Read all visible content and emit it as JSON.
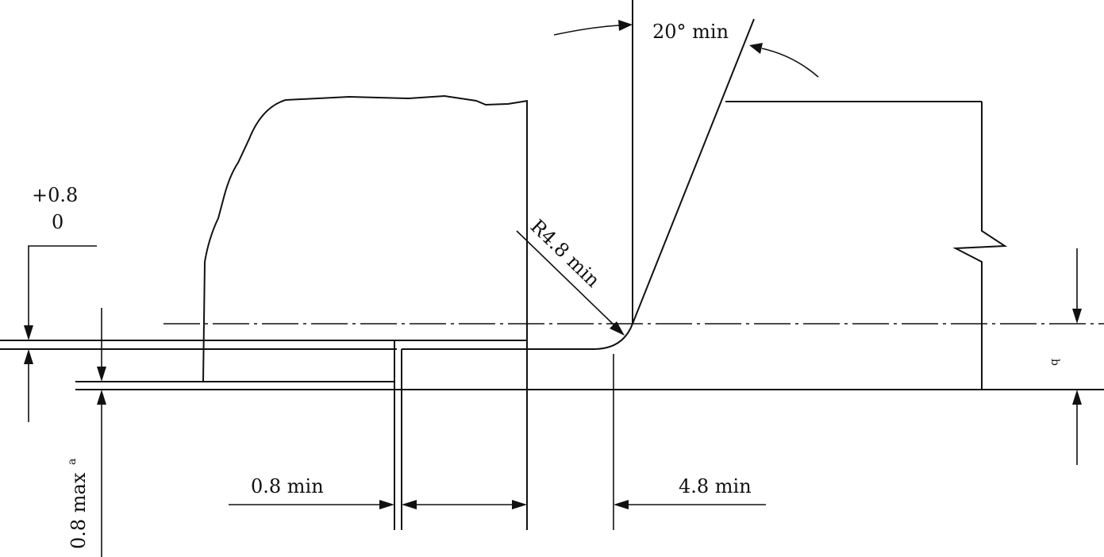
{
  "labels": {
    "angle": "20° min",
    "radius": "R4.8 min",
    "tol_plus": "+0.8",
    "tol_zero": "0",
    "depth_max": "0.8 max",
    "depth_sup": "a",
    "gap_min": "0.8 min",
    "land_min": "4.8 min",
    "b": "b"
  },
  "colors": {
    "line": "#111111",
    "background": "#ffffff"
  }
}
